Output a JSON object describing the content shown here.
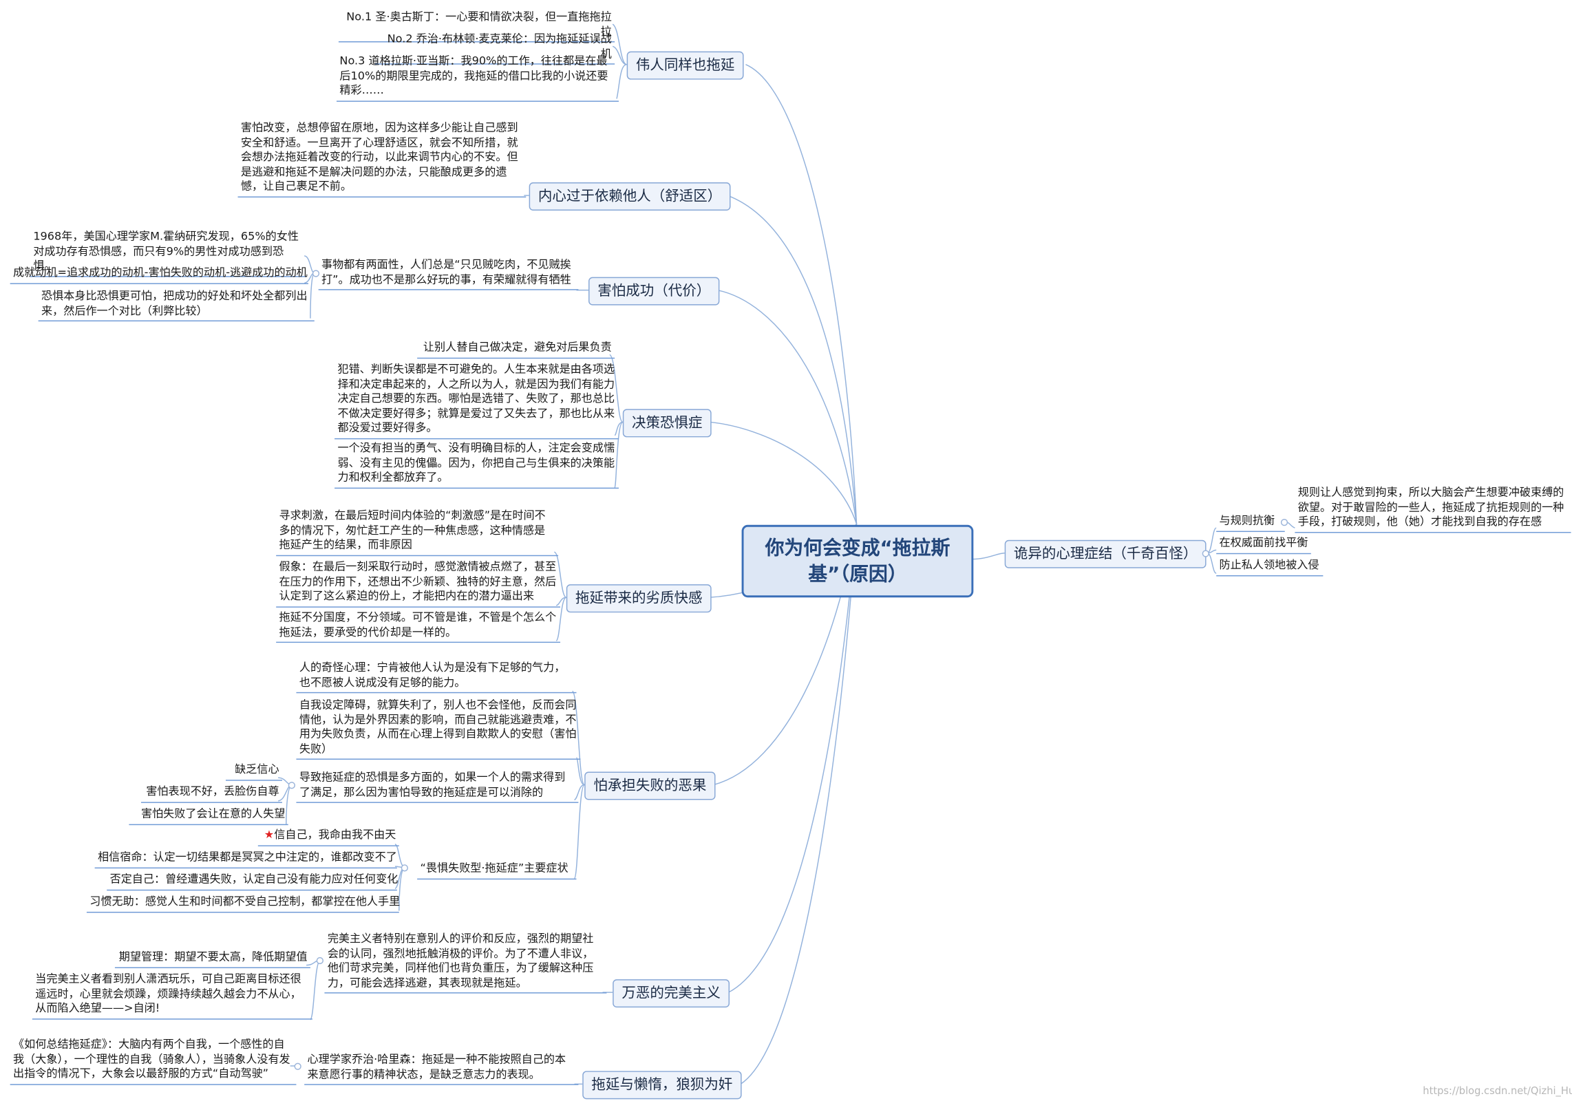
{
  "center": {
    "title": "你为何会变成“拖拉斯基”（原因）"
  },
  "branches": {
    "b1": "伟人同样也拖延",
    "b2": "内心过于依赖他人（舒适区）",
    "b3": "害怕成功（代价）",
    "b4": "决策恐惧症",
    "b5": "拖延带来的劣质快感",
    "b6": "怕承担失败的恶果",
    "b7": "万恶的完美主义",
    "b8": "拖延与懒惰，狼狈为奸",
    "b9": "诡异的心理症结（千奇百怪）"
  },
  "leaves": {
    "l1_1": "No.1 圣·奥古斯丁：一心要和情欲决裂，但一直拖拖拉拉",
    "l1_2": "No.2 乔治·布林顿·麦克莱伦：因为拖延延误战机",
    "l1_3": "No.3 道格拉斯·亚当斯：我90%的工作，往往都是在最后10%的期限里完成的，我拖延的借口比我的小说还要精彩……",
    "l2_1": "害怕改变，总想停留在原地，因为这样多少能让自己感到安全和舒适。一旦离开了心理舒适区，就会不知所措，就会想办法拖延着改变的行动，以此来调节内心的不安。但是逃避和拖延不是解决问题的办法，只能酿成更多的遗憾，让自己裹足不前。",
    "l3_1": "事物都有两面性，人们总是“只见贼吃肉，不见贼挨打”。成功也不是那么好玩的事，有荣耀就得有牺牲",
    "l3_1a": "1968年，美国心理学家M.霍纳研究发现，65%的女性对成功存有恐惧感，而只有9%的男性对成功感到恐惧。",
    "l3_1b": "成就动机=追求成功的动机-害怕失败的动机-逃避成功的动机",
    "l3_1c": "恐惧本身比恐惧更可怕，把成功的好处和坏处全都列出来，然后作一个对比（利弊比较）",
    "l4_1": "让别人替自己做决定，避免对后果负责",
    "l4_2": "犯错、判断失误都是不可避免的。人生本来就是由各项选择和决定串起来的，人之所以为人，就是因为我们有能力决定自己想要的东西。哪怕是选错了、失败了，那也总比不做决定要好得多；就算是爱过了又失去了，那也比从来都没爱过要好得多。",
    "l4_3": "一个没有担当的勇气、没有明确目标的人，注定会变成懦弱、没有主见的傀儡。因为，你把自己与生俱来的决策能力和权利全都放弃了。",
    "l5_1": "寻求刺激，在最后短时间内体验的“刺激感”是在时间不多的情况下，匆忙赶工产生的一种焦虑感，这种情感是拖延产生的结果，而非原因",
    "l5_2": "假象：在最后一刻采取行动时，感觉激情被点燃了，甚至在压力的作用下，还想出不少新颖、独特的好主意，然后认定到了这么紧迫的份上，才能把内在的潜力逼出来",
    "l5_3": "拖延不分国度，不分领域。可不管是谁，不管是个怎么个拖延法，要承受的代价却是一样的。",
    "l6_1": "人的奇怪心理：宁肯被他人认为是没有下足够的气力，也不愿被人说成没有足够的能力。",
    "l6_2": "自我设定障碍，就算失利了，别人也不会怪他，反而会同情他，认为是外界因素的影响，而自己就能逃避责难，不用为失败负责，从而在心理上得到自欺欺人的安慰（害怕失败）",
    "l6_3": "导致拖延症的恐惧是多方面的，如果一个人的需求得到了满足，那么因为害怕导致的拖延症是可以消除的",
    "l6_3a": "缺乏信心",
    "l6_3b": "害怕表现不好，丢脸伤自尊",
    "l6_3c": "害怕失败了会让在意的人失望",
    "l6_4": "“畏惧失败型·拖延症”主要症状",
    "l6_4a": "信自己，我命由我不由天",
    "l6_4b": "相信宿命：认定一切结果都是冥冥之中注定的，谁都改变不了",
    "l6_4c": "否定自己：曾经遭遇失败，认定自己没有能力应对任何变化",
    "l6_4d": "习惯无助：感觉人生和时间都不受自己控制，都掌控在他人手里",
    "l7_1": "完美主义者特别在意别人的评价和反应，强烈的期望社会的认同，强烈地抵触消极的评价。为了不遭人非议，他们苛求完美，同样他们也背负重压，为了缓解这种压力，可能会选择逃避，其表现就是拖延。",
    "l7_1a": "期望管理：期望不要太高，降低期望值",
    "l7_1b": "当完美主义者看到别人潇洒玩乐，可自己距离目标还很遥远时，心里就会烦躁，烦躁持续越久越会力不从心，从而陷入绝望——>自闭!",
    "l8_1": "心理学家乔治·哈里森：拖延是一种不能按照自己的本来意愿行事的精神状态，是缺乏意志力的表现。",
    "l8_1a": "《如何总结拖延症》：大脑内有两个自我，一个感性的自我（大象），一个理性的自我（骑象人），当骑象人没有发出指令的情况下，大象会以最舒服的方式“自动驾驶”",
    "l9_1": "与规则抗衡",
    "l9_1a": "规则让人感觉到拘束，所以大脑会产生想要冲破束缚的欲望。对于敢冒险的一些人，拖延成了抗拒规则的一种手段，打破规则，他（她）才能找到自我的存在感",
    "l9_2": "在权威面前找平衡",
    "l9_3": "防止私人领地被入侵"
  },
  "watermark": "https://blog.csdn.net/Qizhi_Hu",
  "colors": {
    "line": "#8fb0dc",
    "accent": "#3a6fb8",
    "star": "#e02020"
  }
}
